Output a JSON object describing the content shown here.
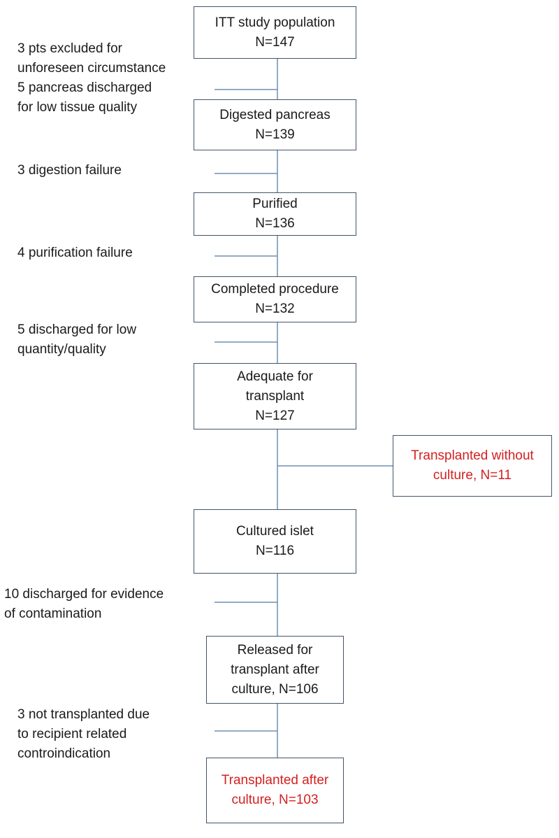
{
  "colors": {
    "connector": "#6f8fb3",
    "box_border": "#44546a",
    "highlight_text": "#d42020",
    "text": "#1a1a1a"
  },
  "boxes": [
    {
      "name": "itt-study-population",
      "lines": [
        "ITT study population",
        "N=147"
      ]
    },
    {
      "name": "digested-pancreas",
      "lines": [
        "Digested pancreas",
        "N=139"
      ]
    },
    {
      "name": "purified",
      "lines": [
        "Purified",
        "N=136"
      ]
    },
    {
      "name": "completed-procedure",
      "lines": [
        "Completed procedure",
        "N=132"
      ]
    },
    {
      "name": "adequate-for-transplant",
      "lines": [
        "Adequate for",
        "transplant",
        "N=127"
      ]
    },
    {
      "name": "transplanted-without-culture",
      "lines": [
        "Transplanted without",
        "culture, N=11"
      ]
    },
    {
      "name": "cultured-islet",
      "lines": [
        "Cultured islet",
        "N=116"
      ]
    },
    {
      "name": "released-for-transplant",
      "lines": [
        "Released for",
        "transplant after",
        "culture, N=106"
      ]
    },
    {
      "name": "transplanted-after-culture",
      "lines": [
        "Transplanted after",
        "culture, N=103"
      ]
    }
  ],
  "exclusions": [
    {
      "name": "excluded-pts-note",
      "lines": [
        "3 pts excluded  for",
        "unforeseen circumstance",
        "5 pancreas discharged",
        "for low tissue quality"
      ]
    },
    {
      "name": "digestion-failure-note",
      "lines": [
        "3 digestion failure"
      ]
    },
    {
      "name": "purification-failure-note",
      "lines": [
        "4 purification failure"
      ]
    },
    {
      "name": "low-quantity-note",
      "lines": [
        "5 discharged for low",
        "quantity/quality"
      ]
    },
    {
      "name": "contamination-note",
      "lines": [
        "10 discharged for evidence",
        "of contamination"
      ]
    },
    {
      "name": "recipient-contraindication-note",
      "lines": [
        "3 not transplanted due",
        "to recipient related",
        "controindication"
      ]
    }
  ]
}
